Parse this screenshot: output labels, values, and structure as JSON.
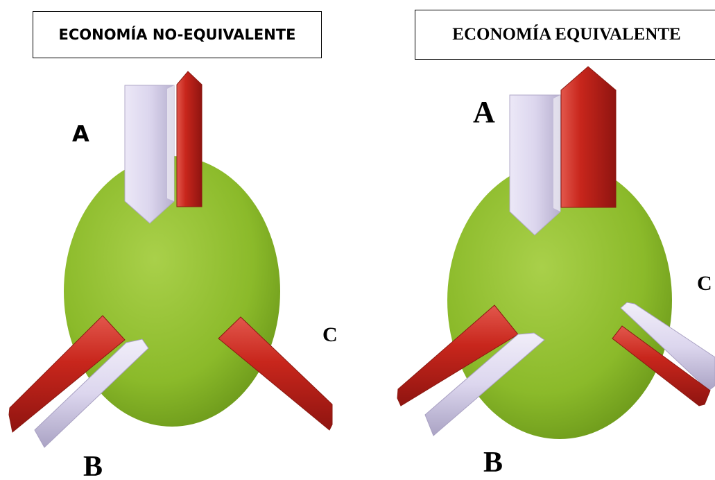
{
  "left_panel": {
    "title": "ECONOMÍA NO-EQUIVALENTE",
    "label_a": "A",
    "label_b": "B",
    "label_c": "C"
  },
  "right_panel": {
    "title": "ECONOMÍA EQUIVALENTE",
    "label_a": "A",
    "label_b": "B",
    "label_c": "C"
  },
  "colors": {
    "economy_fill": "#8dbb2a",
    "red_arrow": "#c8261c",
    "lavender_arrow": "#dcd6ee",
    "frame": "#000000"
  }
}
